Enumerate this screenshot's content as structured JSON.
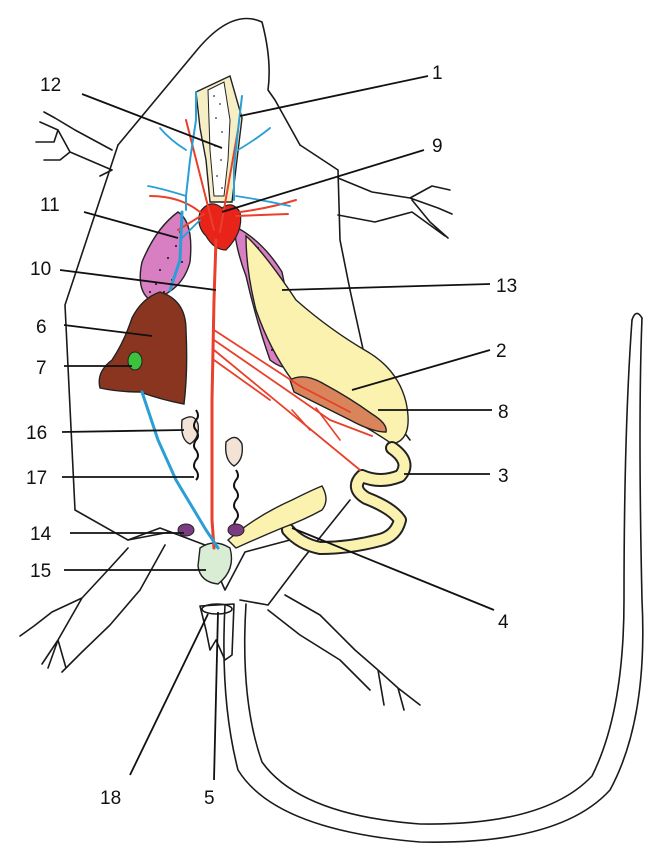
{
  "labels": {
    "n1": "1",
    "n2": "2",
    "n3": "3",
    "n4": "4",
    "n5": "5",
    "n6": "6",
    "n7": "7",
    "n8": "8",
    "n9": "9",
    "n10": "10",
    "n11": "11",
    "n12": "12",
    "n13": "13",
    "n14": "14",
    "n15": "15",
    "n16": "16",
    "n17": "17",
    "n18": "18"
  },
  "colors": {
    "artery": "#e8402a",
    "vein": "#2a9fd6",
    "lung": "#d77fc2",
    "liver": "#8a3520",
    "gallbladder": "#3cc23c",
    "gut": "#fbf2b0",
    "spleen": "#d9845a",
    "heart": "#e8231a",
    "kidney": "#f3e3d6",
    "gonad": "#7a3b80",
    "bladder": "#d9edd5"
  }
}
